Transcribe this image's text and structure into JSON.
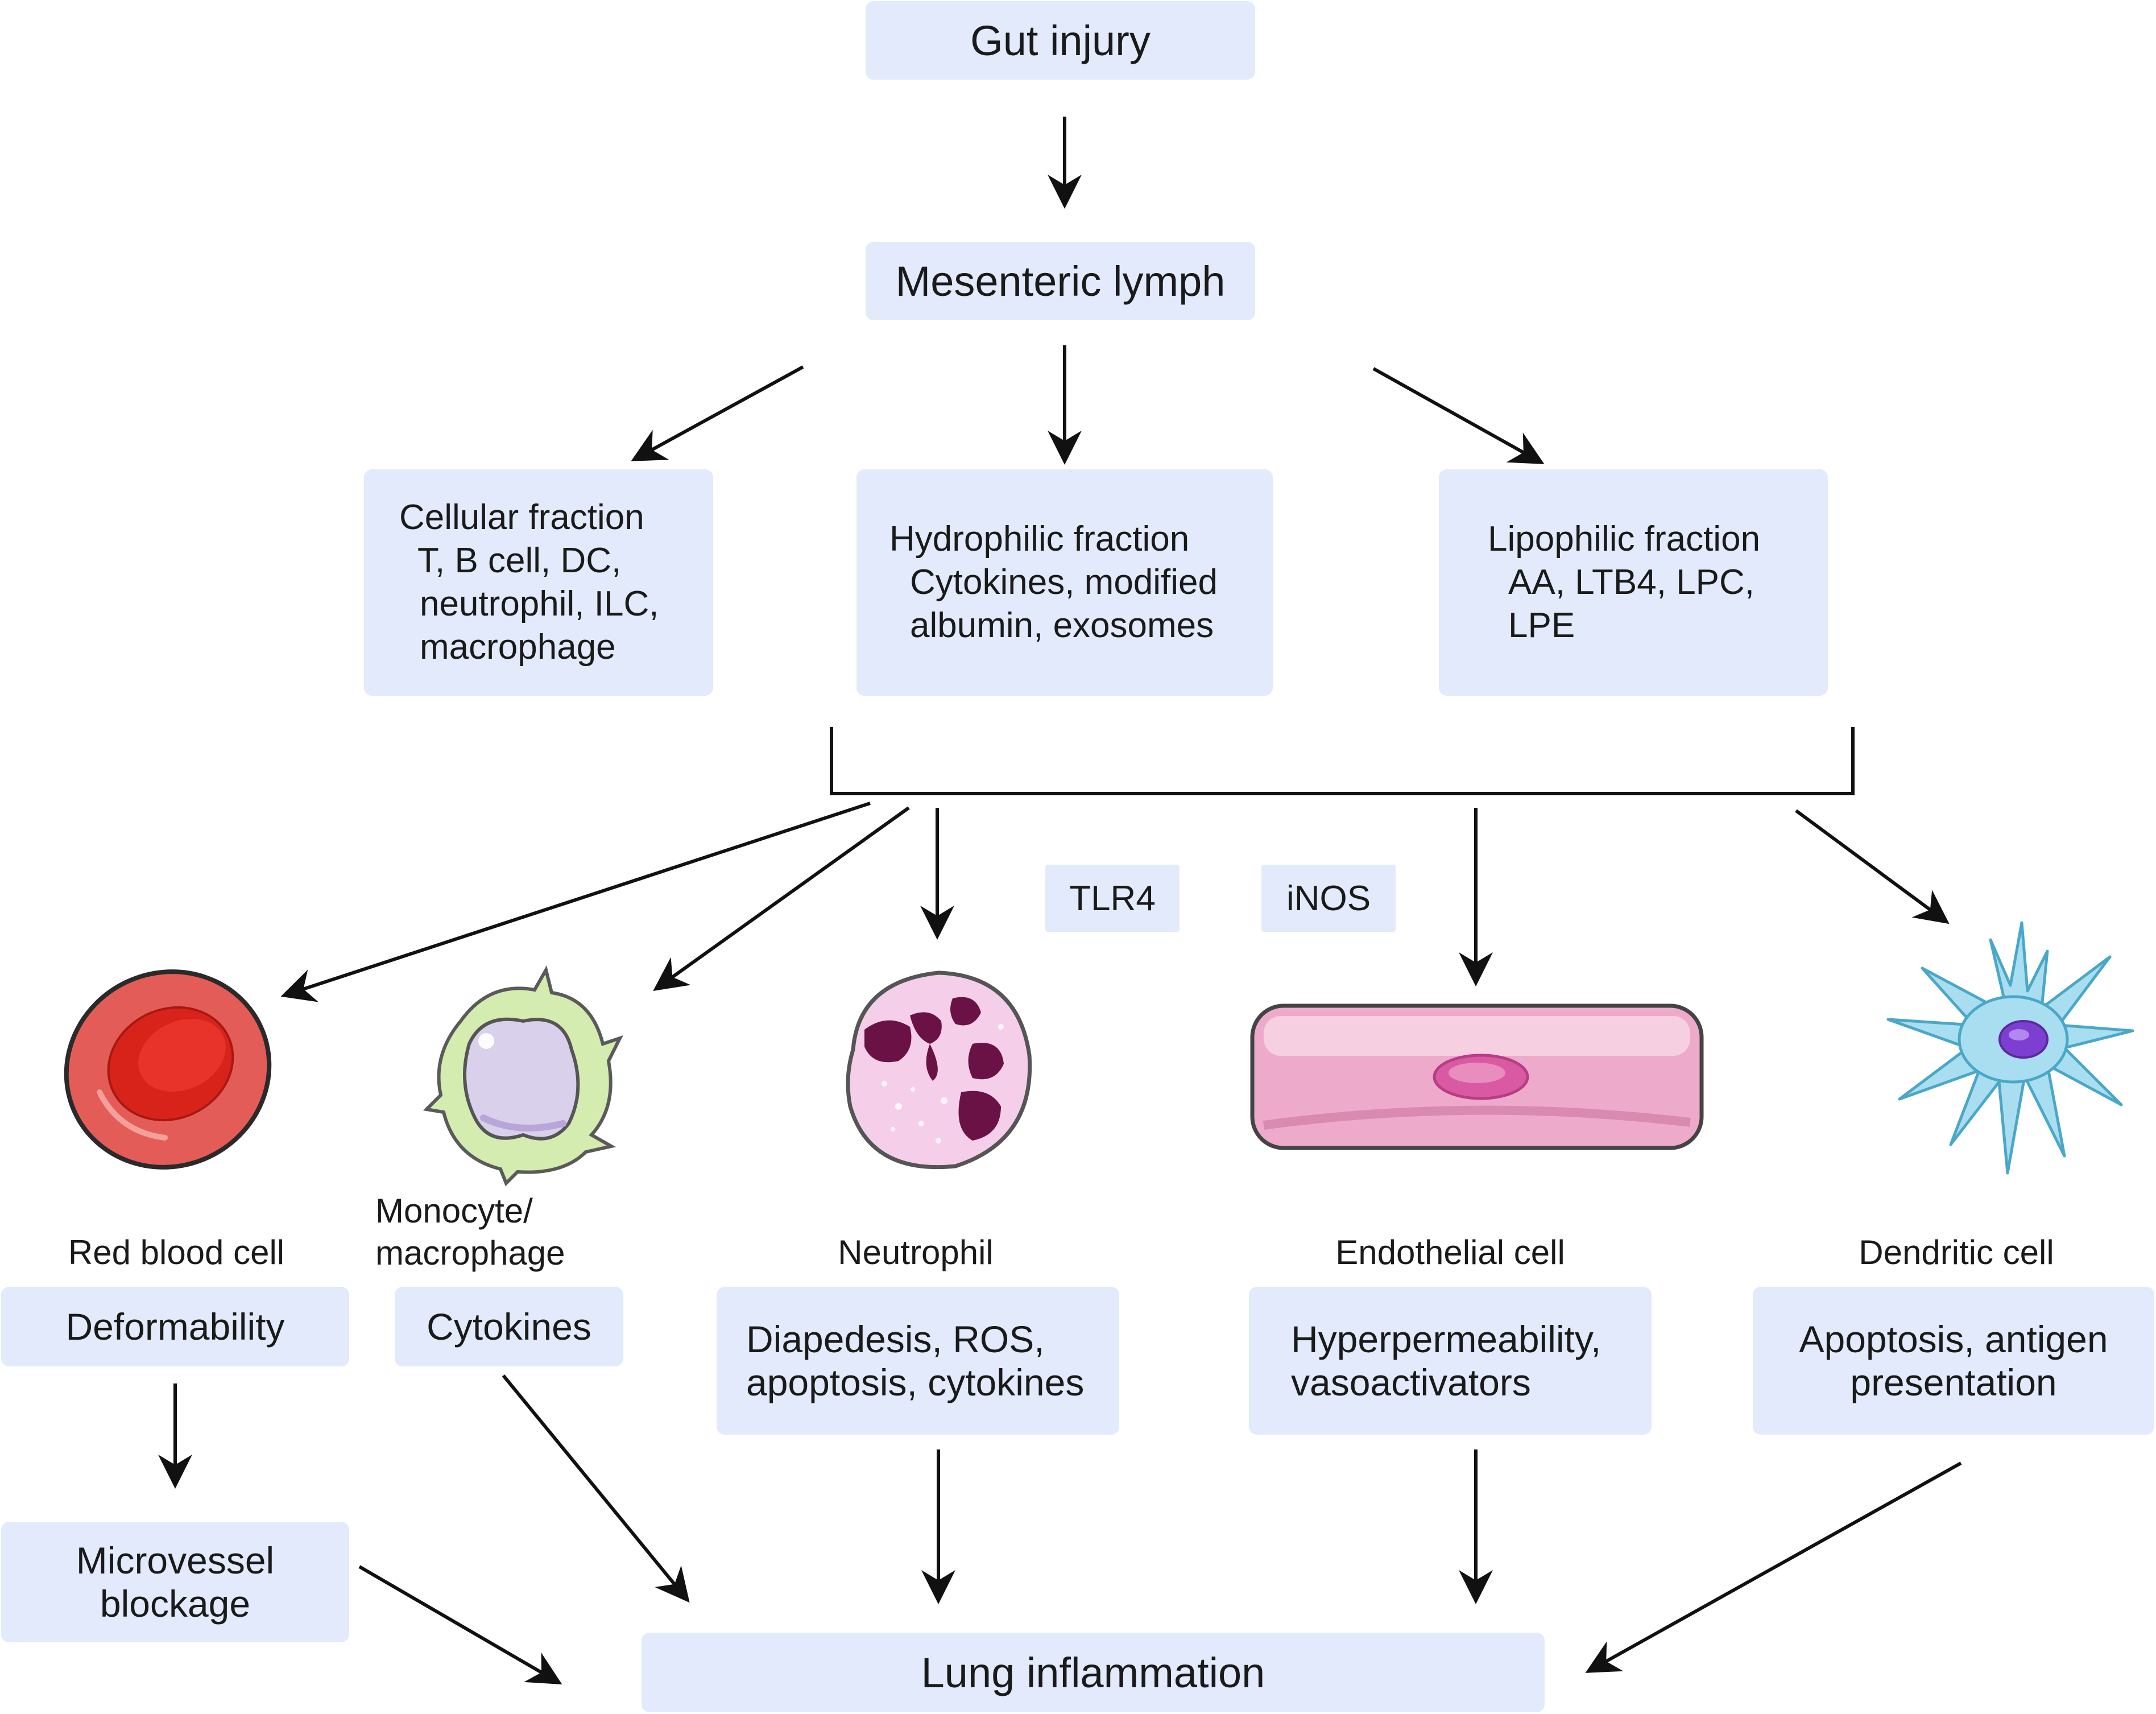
{
  "top": {
    "gut_injury": "Gut injury",
    "mesenteric_lymph": "Mesenteric lymph"
  },
  "fractions": [
    {
      "title": "Cellular fraction",
      "lines": [
        "T, B cell, DC,",
        "neutrophil, ILC,",
        "macrophage"
      ]
    },
    {
      "title": "Hydrophilic fraction",
      "lines": [
        "Cytokines, modified",
        "albumin, exosomes"
      ]
    },
    {
      "title": "Lipophilic fraction",
      "lines": [
        "AA, LTB4, LPC,",
        "LPE"
      ]
    }
  ],
  "mediators": {
    "tlr4": "TLR4",
    "inos": "iNOS"
  },
  "cells": [
    {
      "name": "Red blood cell",
      "effect": [
        "Deformability"
      ]
    },
    {
      "name_lines": [
        "Monocyte/",
        "macrophage"
      ],
      "effect": [
        "Cytokines"
      ]
    },
    {
      "name": "Neutrophil",
      "effect": [
        "Diapedesis, ROS,",
        "apoptosis, cytokines"
      ]
    },
    {
      "name": "Endothelial cell",
      "effect": [
        "Hyperpermeability,",
        "vasoactivators"
      ]
    },
    {
      "name": "Dendritic cell",
      "effect": [
        "Apoptosis, antigen",
        "presentation"
      ]
    }
  ],
  "microvessel": [
    "Microvessel",
    "blockage"
  ],
  "outcome": "Lung inflammation",
  "colors": {
    "box_fill": "#e2eafb",
    "arrow": "#111111",
    "rbc": "#e0403a",
    "monocyte": "#cfe8a8",
    "neutrophil": "#f3c6e6",
    "endothelial": "#eeaacb",
    "dendritic": "#a9def0"
  }
}
